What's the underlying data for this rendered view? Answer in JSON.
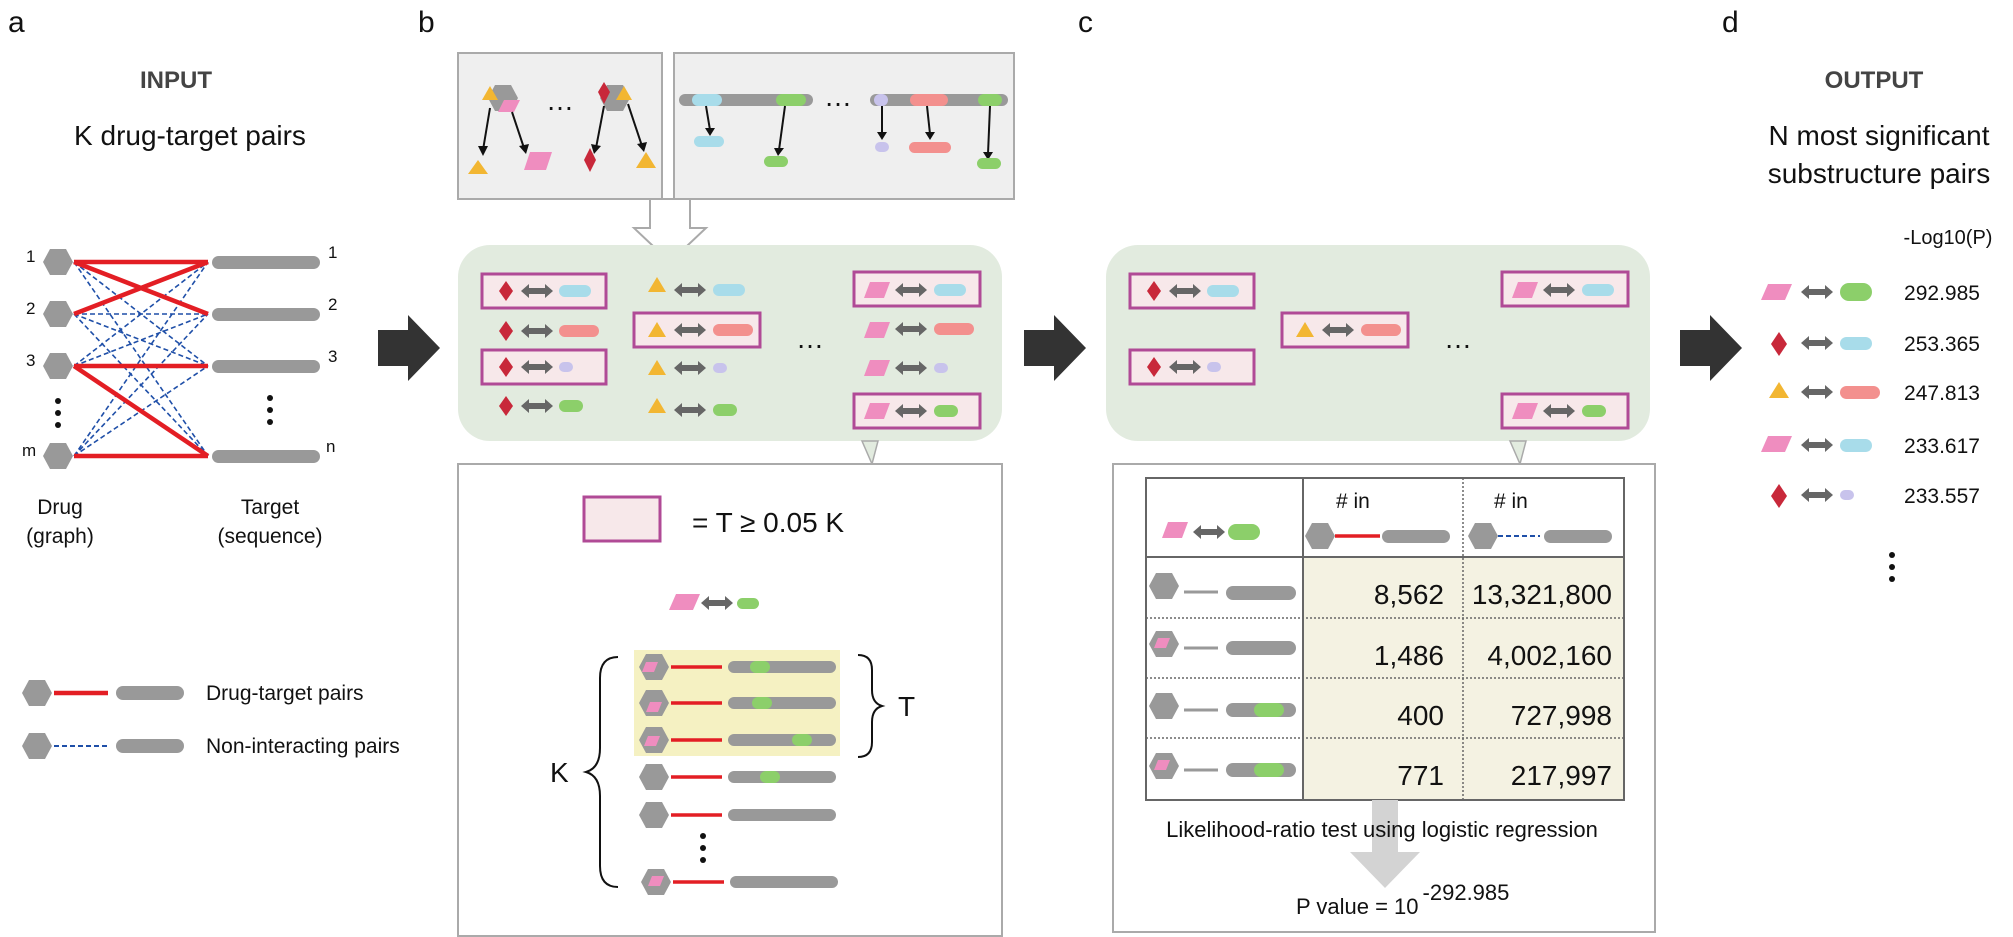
{
  "panels": {
    "a": "a",
    "b": "b",
    "c": "c",
    "d": "d"
  },
  "input": {
    "heading": "INPUT",
    "title": "K drug-target pairs",
    "drug_numbers": [
      "1",
      "2",
      "3",
      "m"
    ],
    "target_numbers": [
      "1",
      "2",
      "3",
      "n"
    ],
    "drug_label": [
      "Drug",
      "(graph)"
    ],
    "target_label": [
      "Target",
      "(sequence)"
    ],
    "legend": {
      "interacting": "Drug-target pairs",
      "non_interacting": "Non-interacting pairs"
    }
  },
  "panel_b": {
    "ellipsis": "…",
    "equation": "=  T ≥ 0.05 K",
    "brace_T": "T",
    "brace_K": "K"
  },
  "panel_c": {
    "ellipsis": "…",
    "table": {
      "col_in_interacting": "# in",
      "col_in_non_interacting": "# in",
      "rows": [
        {
          "interacting": "8,562",
          "non_interacting": "13,321,800"
        },
        {
          "interacting": "1,486",
          "non_interacting": "4,002,160"
        },
        {
          "interacting": "400",
          "non_interacting": "727,998"
        },
        {
          "interacting": "771",
          "non_interacting": "217,997"
        }
      ]
    },
    "test_label": "Likelihood-ratio test using logistic regression",
    "pvalue_base": "P value = 10",
    "pvalue_exp": "-292.985"
  },
  "output": {
    "heading": "OUTPUT",
    "title_line1": "N most significant",
    "title_line2": "substructure pairs",
    "score_header": "-Log10(P)",
    "scores": [
      "292.985",
      "253.365",
      "247.813",
      "233.617",
      "233.557"
    ]
  },
  "colors": {
    "red": "#e31e24",
    "blue": "#1f4fa8",
    "gray": "#999999",
    "pink": "#ef8dbf",
    "green": "#8ccf6a",
    "lightblue": "#a8dcea",
    "salmon": "#f3908e",
    "lavender": "#c8c3ec",
    "yellow": "#f2b632",
    "darkred": "#c8283a",
    "highlight_border": "#b04a96",
    "highlight_fill": "#f7e8ea",
    "panel_green": "#e2ebdf",
    "cream": "#f4f2e2"
  }
}
